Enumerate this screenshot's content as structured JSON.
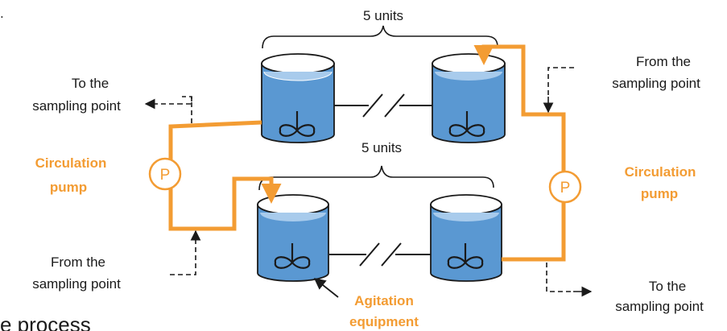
{
  "labels": {
    "units_top": "5 units",
    "units_bottom": "5 units",
    "left_top_line1": "To the",
    "left_top_line2": "sampling point",
    "left_bottom_line1": "From the",
    "left_bottom_line2": "sampling point",
    "right_top_line1": "From the",
    "right_top_line2": "sampling point",
    "right_bottom_line1": "To the",
    "right_bottom_line2": "sampling point",
    "pump_left_line1": "Circulation",
    "pump_left_line2": "pump",
    "pump_right_line1": "Circulation",
    "pump_right_line2": "pump",
    "agitation_line1": "Agitation",
    "agitation_line2": "equipment",
    "pump_symbol": "P",
    "partial_bottom_text": "e process",
    "partial_top_mark": "."
  },
  "colors": {
    "pipe": "#f39c33",
    "tank_fill": "#5a98d2",
    "tank_top": "#a8cbec",
    "outline": "#1a1a1a"
  }
}
